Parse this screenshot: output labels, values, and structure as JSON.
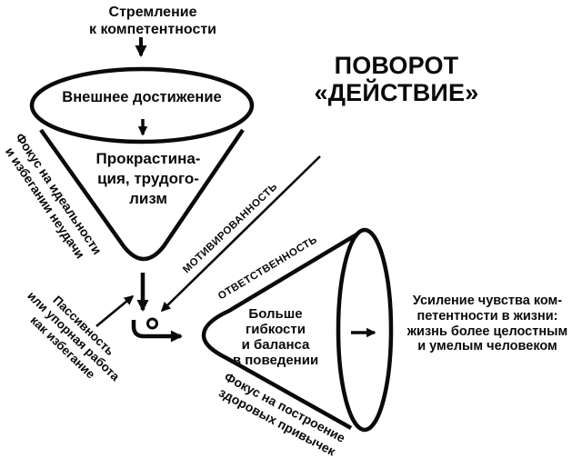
{
  "diagram": {
    "title": "ПОВОРОТ\n«ДЕЙСТВИЕ»",
    "top_label": "Стремление\nк компетентности",
    "funnel_left": {
      "rim_label": "Внешнее достижение",
      "body_label": "Прокрастина-\nция, трудого-\nлизм",
      "side_label": "Фокус на идеальности\nи избегании неудачи"
    },
    "avoidance_label": "Пассивность\nили упорная работа\nкак избегание",
    "arrow_labels": {
      "motivation": "МОТИВИРОВАННОСТЬ",
      "responsibility": "ОТВЕТСТВЕННОСТЬ"
    },
    "funnel_right": {
      "body_label": "Больше\nгибкости\nи баланса\nв поведении",
      "bottom_label": "Фокус на построение\nздоровых привычек"
    },
    "outcome_label": "Усиление чувства ком-\nпетентности в жизни:\nжизнь более целостным\nи умелым человеком",
    "colors": {
      "ink": "#0a0a0a",
      "background": "#ffffff"
    }
  }
}
